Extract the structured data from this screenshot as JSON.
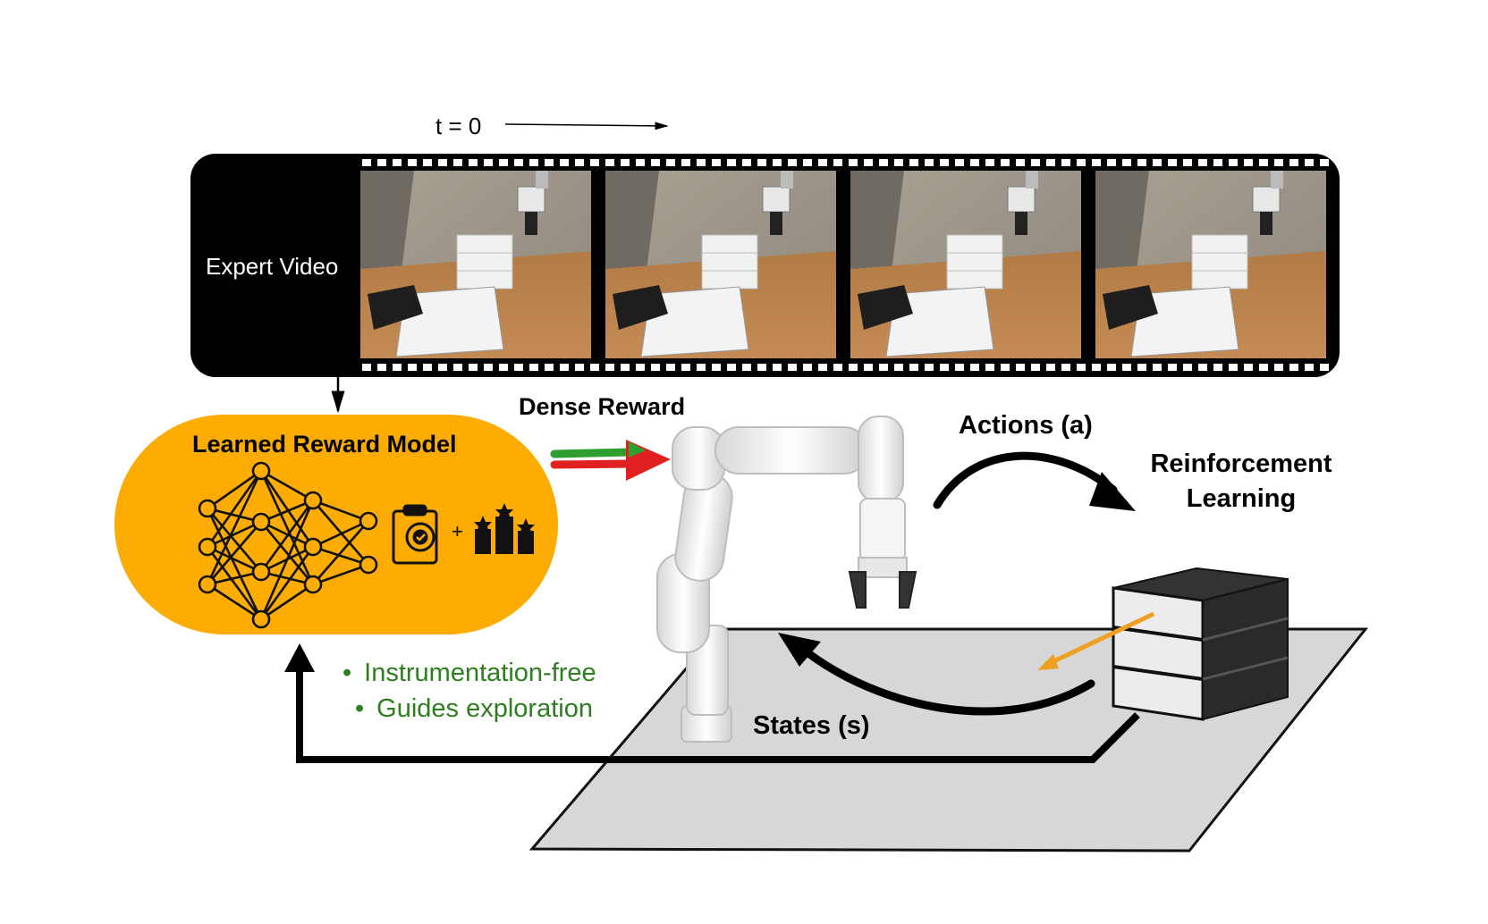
{
  "timeline": {
    "label": "t = 0"
  },
  "film": {
    "label": "Expert Video",
    "frames": [
      {
        "name": "expert-frame-1"
      },
      {
        "name": "expert-frame-2"
      },
      {
        "name": "expert-frame-3"
      },
      {
        "name": "expert-frame-4"
      }
    ]
  },
  "reward_model": {
    "title": "Learned Reward Model",
    "plus": "+",
    "icons": [
      "neural-network-icon",
      "clipboard-gear-icon",
      "ranking-podium-icon"
    ],
    "color": "#FDAC04"
  },
  "dense_reward": {
    "label": "Dense Reward",
    "colors": [
      "#2e9e2e",
      "#e02020"
    ]
  },
  "actions": {
    "label": "Actions (a)"
  },
  "rl": {
    "line1": "Reinforcement",
    "line2": "Learning"
  },
  "states": {
    "label": "States (s)"
  },
  "benefits": {
    "items": [
      "Instrumentation-free",
      "Guides exploration"
    ],
    "color": "#2e7d1e"
  },
  "scene": {
    "objects": [
      "robot-arm",
      "plastic-drawer-unit",
      "workspace-mat"
    ]
  }
}
